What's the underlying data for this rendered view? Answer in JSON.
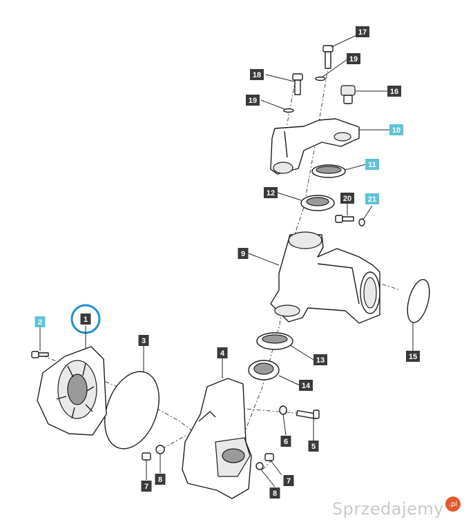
{
  "diagram": {
    "callouts": [
      {
        "id": "1",
        "text": "1",
        "accent": false,
        "highlighted": true
      },
      {
        "id": "2",
        "text": "2",
        "accent": true
      },
      {
        "id": "3",
        "text": "3",
        "accent": false
      },
      {
        "id": "4",
        "text": "4",
        "accent": false
      },
      {
        "id": "5",
        "text": "5",
        "accent": false
      },
      {
        "id": "6",
        "text": "6",
        "accent": false
      },
      {
        "id": "7a",
        "text": "7",
        "accent": false
      },
      {
        "id": "7b",
        "text": "7",
        "accent": false
      },
      {
        "id": "8a",
        "text": "8",
        "accent": false
      },
      {
        "id": "8b",
        "text": "8",
        "accent": false
      },
      {
        "id": "9",
        "text": "9",
        "accent": false
      },
      {
        "id": "10",
        "text": "10",
        "accent": true
      },
      {
        "id": "11",
        "text": "11",
        "accent": true
      },
      {
        "id": "12",
        "text": "12",
        "accent": false
      },
      {
        "id": "13",
        "text": "13",
        "accent": false
      },
      {
        "id": "14",
        "text": "14",
        "accent": false
      },
      {
        "id": "15",
        "text": "15",
        "accent": false
      },
      {
        "id": "16",
        "text": "16",
        "accent": false
      },
      {
        "id": "17",
        "text": "17",
        "accent": false
      },
      {
        "id": "18",
        "text": "18",
        "accent": false
      },
      {
        "id": "19a",
        "text": "19",
        "accent": false
      },
      {
        "id": "19b",
        "text": "19",
        "accent": false
      },
      {
        "id": "20",
        "text": "20",
        "accent": false
      },
      {
        "id": "21",
        "text": "21",
        "accent": true
      }
    ],
    "colors": {
      "label_dark": "#3a3a3a",
      "label_accent": "#5ec3d6",
      "highlight_ring": "#1e8fd0"
    }
  },
  "watermark": {
    "text": "Sprzedajemy",
    "badge": ".pl"
  }
}
